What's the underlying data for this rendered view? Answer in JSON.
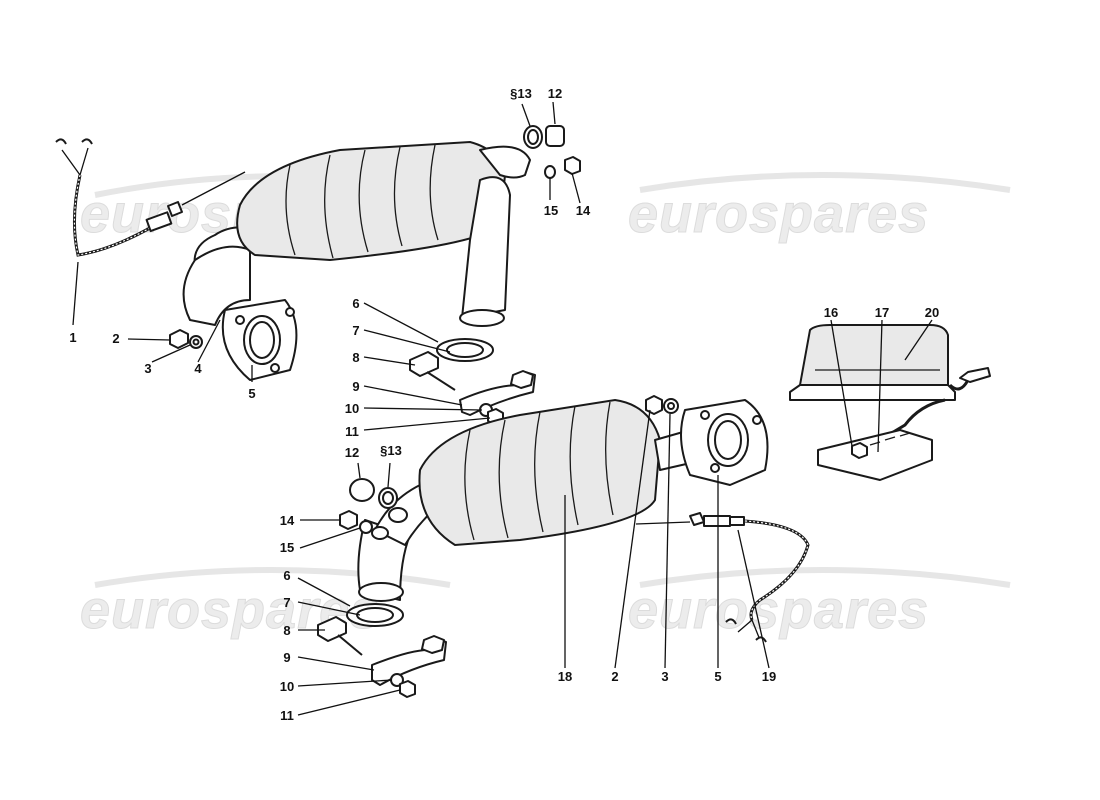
{
  "watermark": {
    "text": "eurospares"
  },
  "callouts": [
    {
      "id": "c1",
      "text": "1"
    },
    {
      "id": "c2",
      "text": "2"
    },
    {
      "id": "c3",
      "text": "3"
    },
    {
      "id": "c4",
      "text": "4"
    },
    {
      "id": "c5",
      "text": "5"
    },
    {
      "id": "c6",
      "text": "6"
    },
    {
      "id": "c7",
      "text": "7"
    },
    {
      "id": "c8",
      "text": "8"
    },
    {
      "id": "c9",
      "text": "9"
    },
    {
      "id": "c10",
      "text": "10"
    },
    {
      "id": "c11",
      "text": "11"
    },
    {
      "id": "c13a",
      "text": "§13"
    },
    {
      "id": "c12a",
      "text": "12"
    },
    {
      "id": "c15a",
      "text": "15"
    },
    {
      "id": "c14a",
      "text": "14"
    },
    {
      "id": "c12b",
      "text": "12"
    },
    {
      "id": "c13b",
      "text": "§13"
    },
    {
      "id": "c14b",
      "text": "14"
    },
    {
      "id": "c15b",
      "text": "15"
    },
    {
      "id": "c6b",
      "text": "6"
    },
    {
      "id": "c7b",
      "text": "7"
    },
    {
      "id": "c8b",
      "text": "8"
    },
    {
      "id": "c9b",
      "text": "9"
    },
    {
      "id": "c10b",
      "text": "10"
    },
    {
      "id": "c11b",
      "text": "11"
    },
    {
      "id": "c18",
      "text": "18"
    },
    {
      "id": "c2b",
      "text": "2"
    },
    {
      "id": "c3b",
      "text": "3"
    },
    {
      "id": "c5b",
      "text": "5"
    },
    {
      "id": "c19",
      "text": "19"
    },
    {
      "id": "c16",
      "text": "16"
    },
    {
      "id": "c17",
      "text": "17"
    },
    {
      "id": "c20",
      "text": "20"
    }
  ]
}
